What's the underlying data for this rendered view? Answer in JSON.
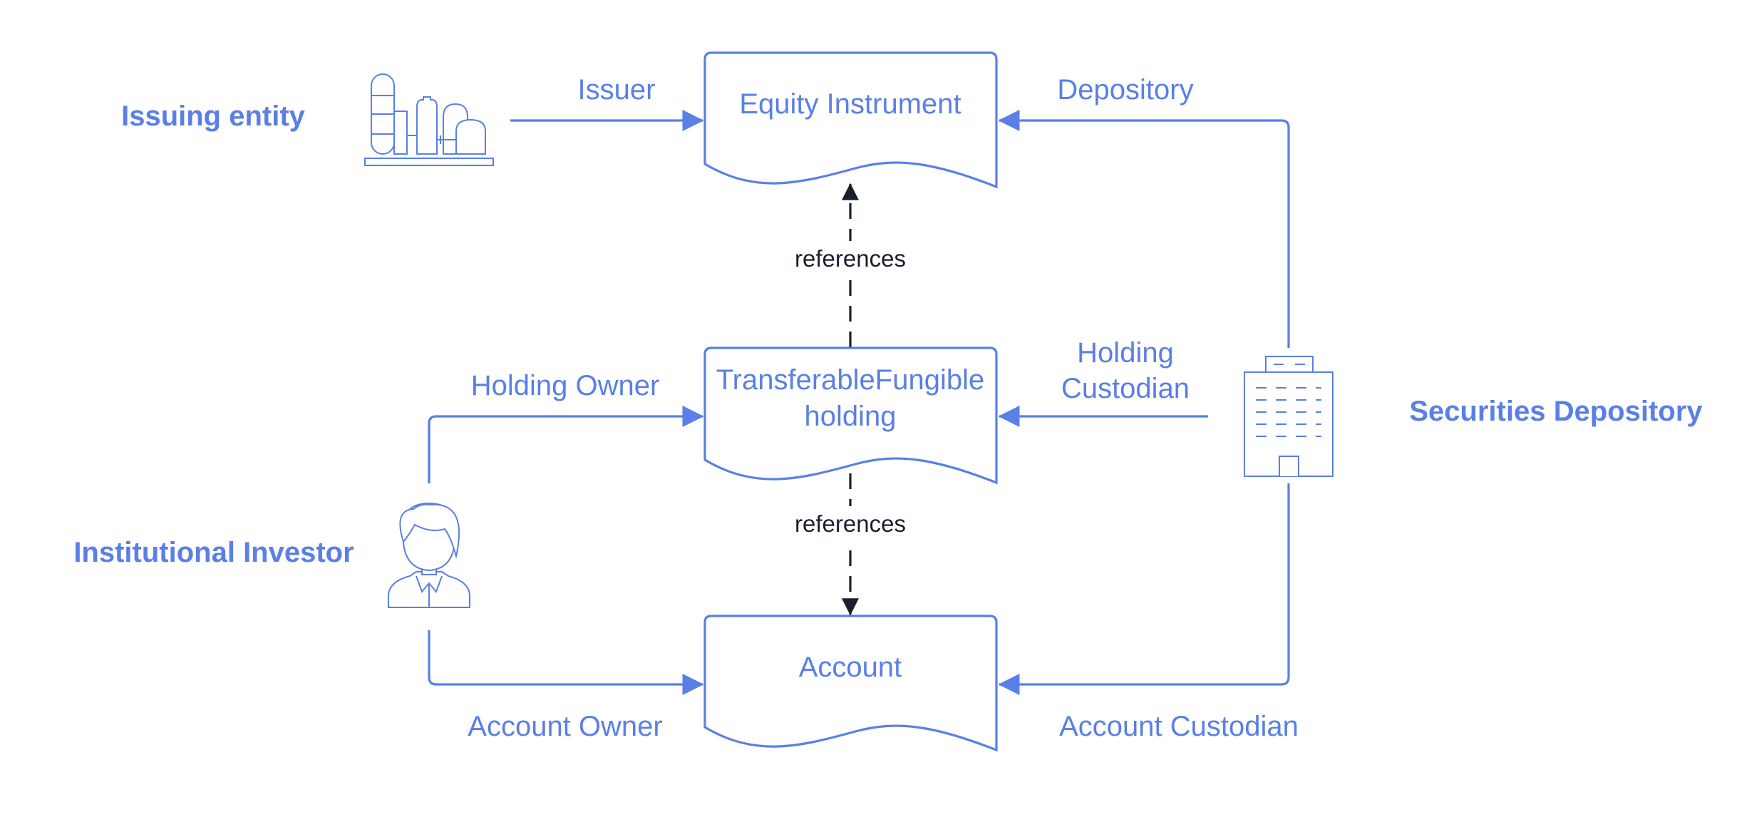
{
  "colors": {
    "accent": "#5a7fe6",
    "dark": "#1a1f2e",
    "background": "#ffffff"
  },
  "actors": {
    "issuing_entity": {
      "label": "Issuing entity",
      "icon": "factory-icon"
    },
    "institutional_investor": {
      "label": "Institutional Investor",
      "icon": "person-icon"
    },
    "securities_depository": {
      "label": "Securities Depository",
      "icon": "building-icon"
    }
  },
  "documents": {
    "equity_instrument": {
      "label": "Equity Instrument"
    },
    "holding": {
      "label_line1": "TransferableFungible",
      "label_line2": "holding"
    },
    "account": {
      "label": "Account"
    }
  },
  "edges": {
    "issuer": "Issuer",
    "depository": "Depository",
    "holding_owner": "Holding Owner",
    "holding_custodian_line1": "Holding",
    "holding_custodian_line2": "Custodian",
    "account_owner": "Account Owner",
    "account_custodian": "Account Custodian",
    "references_upper": "references",
    "references_lower": "references"
  }
}
